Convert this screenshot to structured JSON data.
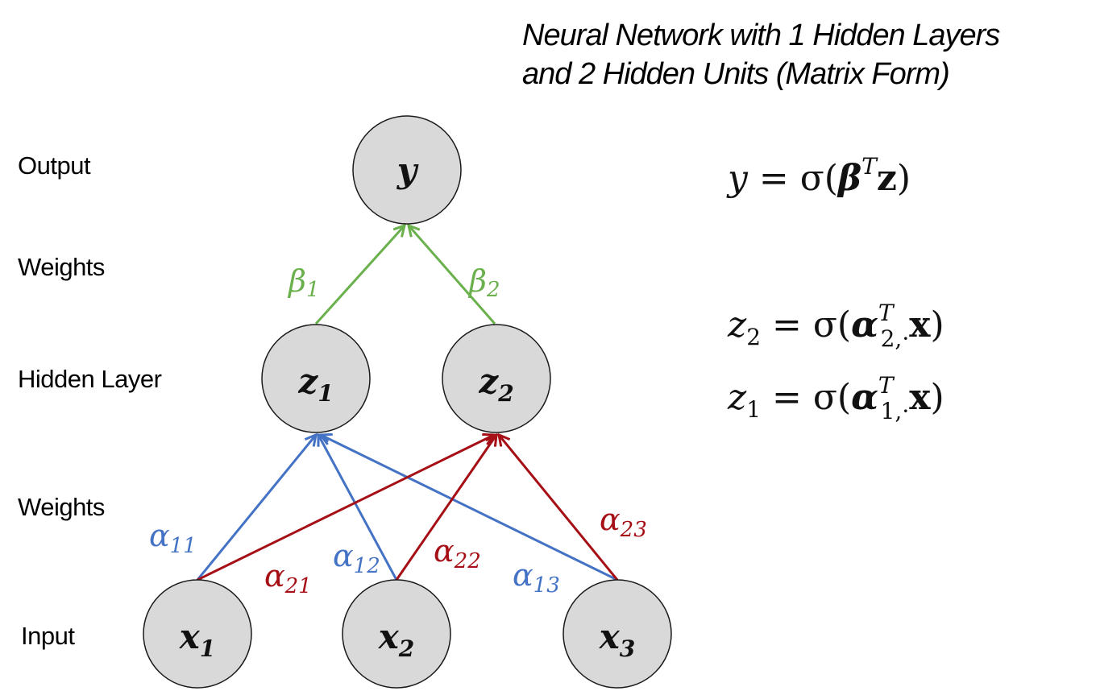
{
  "title": {
    "line1": "Neural Network with 1 Hidden Layers",
    "line2": "and 2 Hidden Units (Matrix Form)"
  },
  "row_labels": {
    "output": "Output",
    "weights_top": "Weights",
    "hidden": "Hidden Layer",
    "weights_bottom": "Weights",
    "input": "Input"
  },
  "nodes": {
    "y": {
      "base": "y",
      "sub": ""
    },
    "z1": {
      "base": "z",
      "sub": "1"
    },
    "z2": {
      "base": "z",
      "sub": "2"
    },
    "x1": {
      "base": "x",
      "sub": "1"
    },
    "x2": {
      "base": "x",
      "sub": "2"
    },
    "x3": {
      "base": "x",
      "sub": "3"
    }
  },
  "weights": {
    "beta1": {
      "base": "β",
      "sub": "1"
    },
    "beta2": {
      "base": "β",
      "sub": "2"
    },
    "alpha11": {
      "base": "α",
      "sub": "11"
    },
    "alpha12": {
      "base": "α",
      "sub": "12"
    },
    "alpha13": {
      "base": "α",
      "sub": "13"
    },
    "alpha21": {
      "base": "α",
      "sub": "21"
    },
    "alpha22": {
      "base": "α",
      "sub": "22"
    },
    "alpha23": {
      "base": "α",
      "sub": "23"
    }
  },
  "colors": {
    "green": "#6ab04c",
    "blue": "#4472c4",
    "red": "#a50f15",
    "node_fill": "#d9d9d9"
  },
  "equations": {
    "y": {
      "lhs": "y",
      "eq": " = σ(",
      "vec": "β",
      "sup": "T",
      "arg": "z",
      "close": ")"
    },
    "z2": {
      "lhs": "z",
      "lhs_sub": "2",
      "eq": " = σ(",
      "vec": "α",
      "sup": "T",
      "sub": "2,·",
      "arg": "x",
      "close": ")"
    },
    "z1": {
      "lhs": "z",
      "lhs_sub": "1",
      "eq": " = σ(",
      "vec": "α",
      "sup": "T",
      "sub": "1,·",
      "arg": "x",
      "close": ")"
    }
  }
}
